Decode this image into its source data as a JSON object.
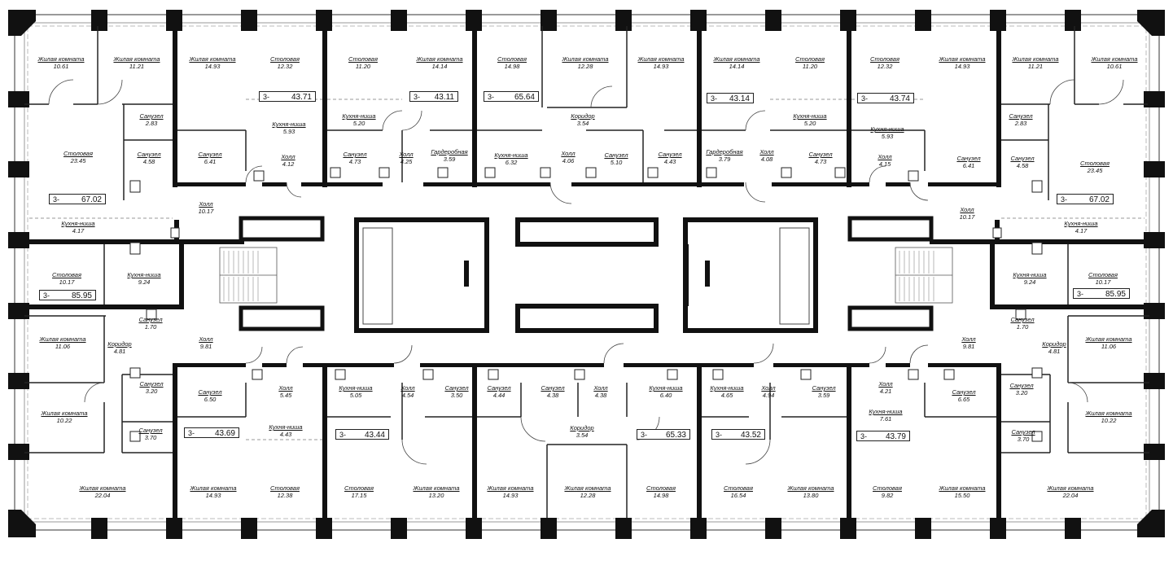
{
  "plan": {
    "rooms": [
      {
        "name": "Жилая комната",
        "area": "10.61"
      },
      {
        "name": "Жилая комната",
        "area": "11.21"
      },
      {
        "name": "Жилая комната",
        "area": "14.93"
      },
      {
        "name": "Столовая",
        "area": "12.32"
      },
      {
        "name": "Столовая",
        "area": "11.20"
      },
      {
        "name": "Жилая комната",
        "area": "14.14"
      },
      {
        "name": "Столовая",
        "area": "14.98"
      },
      {
        "name": "Жилая комната",
        "area": "12.28"
      },
      {
        "name": "Жилая комната",
        "area": "14.93"
      },
      {
        "name": "Жилая комната",
        "area": "14.14"
      },
      {
        "name": "Столовая",
        "area": "11.20"
      },
      {
        "name": "Столовая",
        "area": "12.32"
      },
      {
        "name": "Жилая комната",
        "area": "14.93"
      },
      {
        "name": "Жилая комната",
        "area": "11.21"
      },
      {
        "name": "Жилая комната",
        "area": "10.61"
      },
      {
        "name": "Санузел",
        "area": "2.83"
      },
      {
        "name": "Кухня-ниша",
        "area": "5.93"
      },
      {
        "name": "Кухня-ниша",
        "area": "5.20"
      },
      {
        "name": "Коридор",
        "area": "3.54"
      },
      {
        "name": "Кухня-ниша",
        "area": "5.20"
      },
      {
        "name": "Кухня-ниша",
        "area": "5.93"
      },
      {
        "name": "Санузел",
        "area": "2.83"
      },
      {
        "name": "Столовая",
        "area": "23.45"
      },
      {
        "name": "Санузел",
        "area": "4.58"
      },
      {
        "name": "Санузел",
        "area": "6.41"
      },
      {
        "name": "Холл",
        "area": "4.12"
      },
      {
        "name": "Санузел",
        "area": "4.73"
      },
      {
        "name": "Холл",
        "area": "4.25"
      },
      {
        "name": "Гардеробная",
        "area": "3.59"
      },
      {
        "name": "Кухня-ниша",
        "area": "6.32"
      },
      {
        "name": "Холл",
        "area": "4.06"
      },
      {
        "name": "Санузел",
        "area": "5.10"
      },
      {
        "name": "Санузел",
        "area": "4.43"
      },
      {
        "name": "Гардеробная",
        "area": "3.79"
      },
      {
        "name": "Холл",
        "area": "4.08"
      },
      {
        "name": "Санузел",
        "area": "4.73"
      },
      {
        "name": "Холл",
        "area": "4.15"
      },
      {
        "name": "Санузел",
        "area": "6.41"
      },
      {
        "name": "Санузел",
        "area": "4.58"
      },
      {
        "name": "Столовая",
        "area": "23.45"
      },
      {
        "name": "Холл",
        "area": "10.17"
      },
      {
        "name": "Холл",
        "area": "10.17"
      },
      {
        "name": "Кухня-ниша",
        "area": "4.17"
      },
      {
        "name": "Кухня-ниша",
        "area": "4.17"
      },
      {
        "name": "Столовая",
        "area": "10.17"
      },
      {
        "name": "Кухня-ниша",
        "area": "9.24"
      },
      {
        "name": "Кухня-ниша",
        "area": "9.24"
      },
      {
        "name": "Столовая",
        "area": "10.17"
      },
      {
        "name": "Санузел",
        "area": "1.70"
      },
      {
        "name": "Санузел",
        "area": "1.70"
      },
      {
        "name": "Жилая комната",
        "area": "11.06"
      },
      {
        "name": "Холл",
        "area": "9.81"
      },
      {
        "name": "Коридор",
        "area": "4.81"
      },
      {
        "name": "Холл",
        "area": "9.81"
      },
      {
        "name": "Коридор",
        "area": "4.81"
      },
      {
        "name": "Жилая комната",
        "area": "11.06"
      },
      {
        "name": "Санузел",
        "area": "3.20"
      },
      {
        "name": "Санузел",
        "area": "6.50"
      },
      {
        "name": "Холл",
        "area": "5.45"
      },
      {
        "name": "Кухня-ниша",
        "area": "5.05"
      },
      {
        "name": "Холл",
        "area": "4.54"
      },
      {
        "name": "Санузел",
        "area": "3.50"
      },
      {
        "name": "Санузел",
        "area": "4.44"
      },
      {
        "name": "Санузел",
        "area": "4.38"
      },
      {
        "name": "Холл",
        "area": "4.38"
      },
      {
        "name": "Кухня-ниша",
        "area": "6.40"
      },
      {
        "name": "Кухня-ниша",
        "area": "4.65"
      },
      {
        "name": "Холл",
        "area": "4.94"
      },
      {
        "name": "Санузел",
        "area": "3.59"
      },
      {
        "name": "Холл",
        "area": "4.21"
      },
      {
        "name": "Санузел",
        "area": "6.65"
      },
      {
        "name": "Санузел",
        "area": "3.20"
      },
      {
        "name": "Жилая комната",
        "area": "10.22"
      },
      {
        "name": "Кухня-ниша",
        "area": "4.43"
      },
      {
        "name": "Коридор",
        "area": "3.54"
      },
      {
        "name": "Кухня-ниша",
        "area": "7.61"
      },
      {
        "name": "Жилая комната",
        "area": "10.22"
      },
      {
        "name": "Санузел",
        "area": "3.70"
      },
      {
        "name": "Санузел",
        "area": "3.70"
      },
      {
        "name": "Жилая комната",
        "area": "22.04"
      },
      {
        "name": "Жилая комната",
        "area": "14.93"
      },
      {
        "name": "Столовая",
        "area": "12.38"
      },
      {
        "name": "Столовая",
        "area": "17.15"
      },
      {
        "name": "Жилая комната",
        "area": "13.20"
      },
      {
        "name": "Жилая комната",
        "area": "14.93"
      },
      {
        "name": "Жилая комната",
        "area": "12.28"
      },
      {
        "name": "Столовая",
        "area": "14.98"
      },
      {
        "name": "Столовая",
        "area": "16.54"
      },
      {
        "name": "Жилая комната",
        "area": "13.80"
      },
      {
        "name": "Столовая",
        "area": "9.82"
      },
      {
        "name": "Жилая комната",
        "area": "15.50"
      },
      {
        "name": "Жилая комната",
        "area": "22.04"
      }
    ],
    "apartments": [
      {
        "code": "3-",
        "area": "43.71"
      },
      {
        "code": "3-",
        "area": "43.11"
      },
      {
        "code": "3-",
        "area": "65.64"
      },
      {
        "code": "3-",
        "area": "43.14"
      },
      {
        "code": "3-",
        "area": "43.74"
      },
      {
        "code": "3-",
        "area": "67.02"
      },
      {
        "code": "3-",
        "area": "67.02"
      },
      {
        "code": "3-",
        "area": "85.95"
      },
      {
        "code": "3-",
        "area": "85.95"
      },
      {
        "code": "3-",
        "area": "43.69"
      },
      {
        "code": "3-",
        "area": "43.44"
      },
      {
        "code": "3-",
        "area": "65.33"
      },
      {
        "code": "3-",
        "area": "43.52"
      },
      {
        "code": "3-",
        "area": "43.79"
      }
    ]
  }
}
